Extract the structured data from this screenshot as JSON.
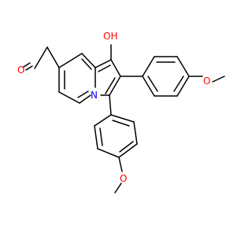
{
  "molecule": {
    "atoms": {
      "aldehyde_oxygen": "O",
      "hydroxyl": "OH",
      "ring_nitrogen": "N",
      "methoxy_oxygen_upper": "O",
      "methoxy_oxygen_lower": "O"
    },
    "colors": {
      "bond": "#000000",
      "oxygen": "#ff0000",
      "nitrogen": "#0000ff"
    }
  }
}
